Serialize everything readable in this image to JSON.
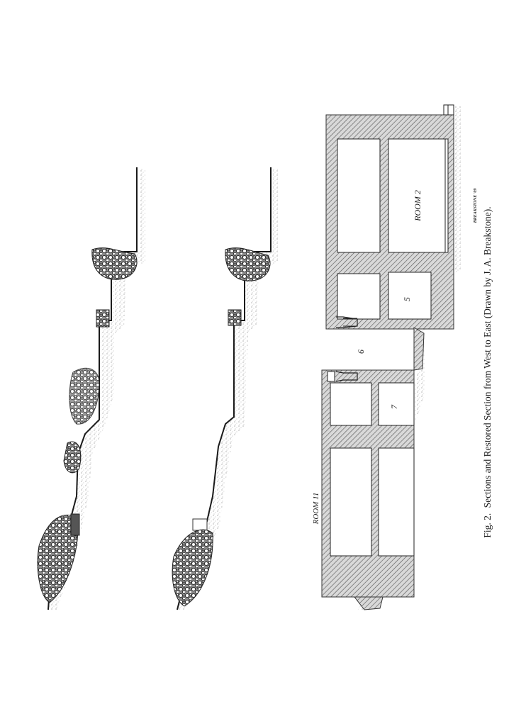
{
  "figure": {
    "caption_prefix": "Fig. 2.",
    "caption_text": "Sections and Restored Section from West to East (Drawn by J. A. Breakstone).",
    "rooms": {
      "room_2": "ROOM 2",
      "room_11": "ROOM 11",
      "room_5": "5",
      "room_6": "6",
      "room_7": "7"
    },
    "signature": "BREAKSTONE '09",
    "ink_color": "#1a1a1a",
    "wall_color": "#6e6e6e"
  }
}
